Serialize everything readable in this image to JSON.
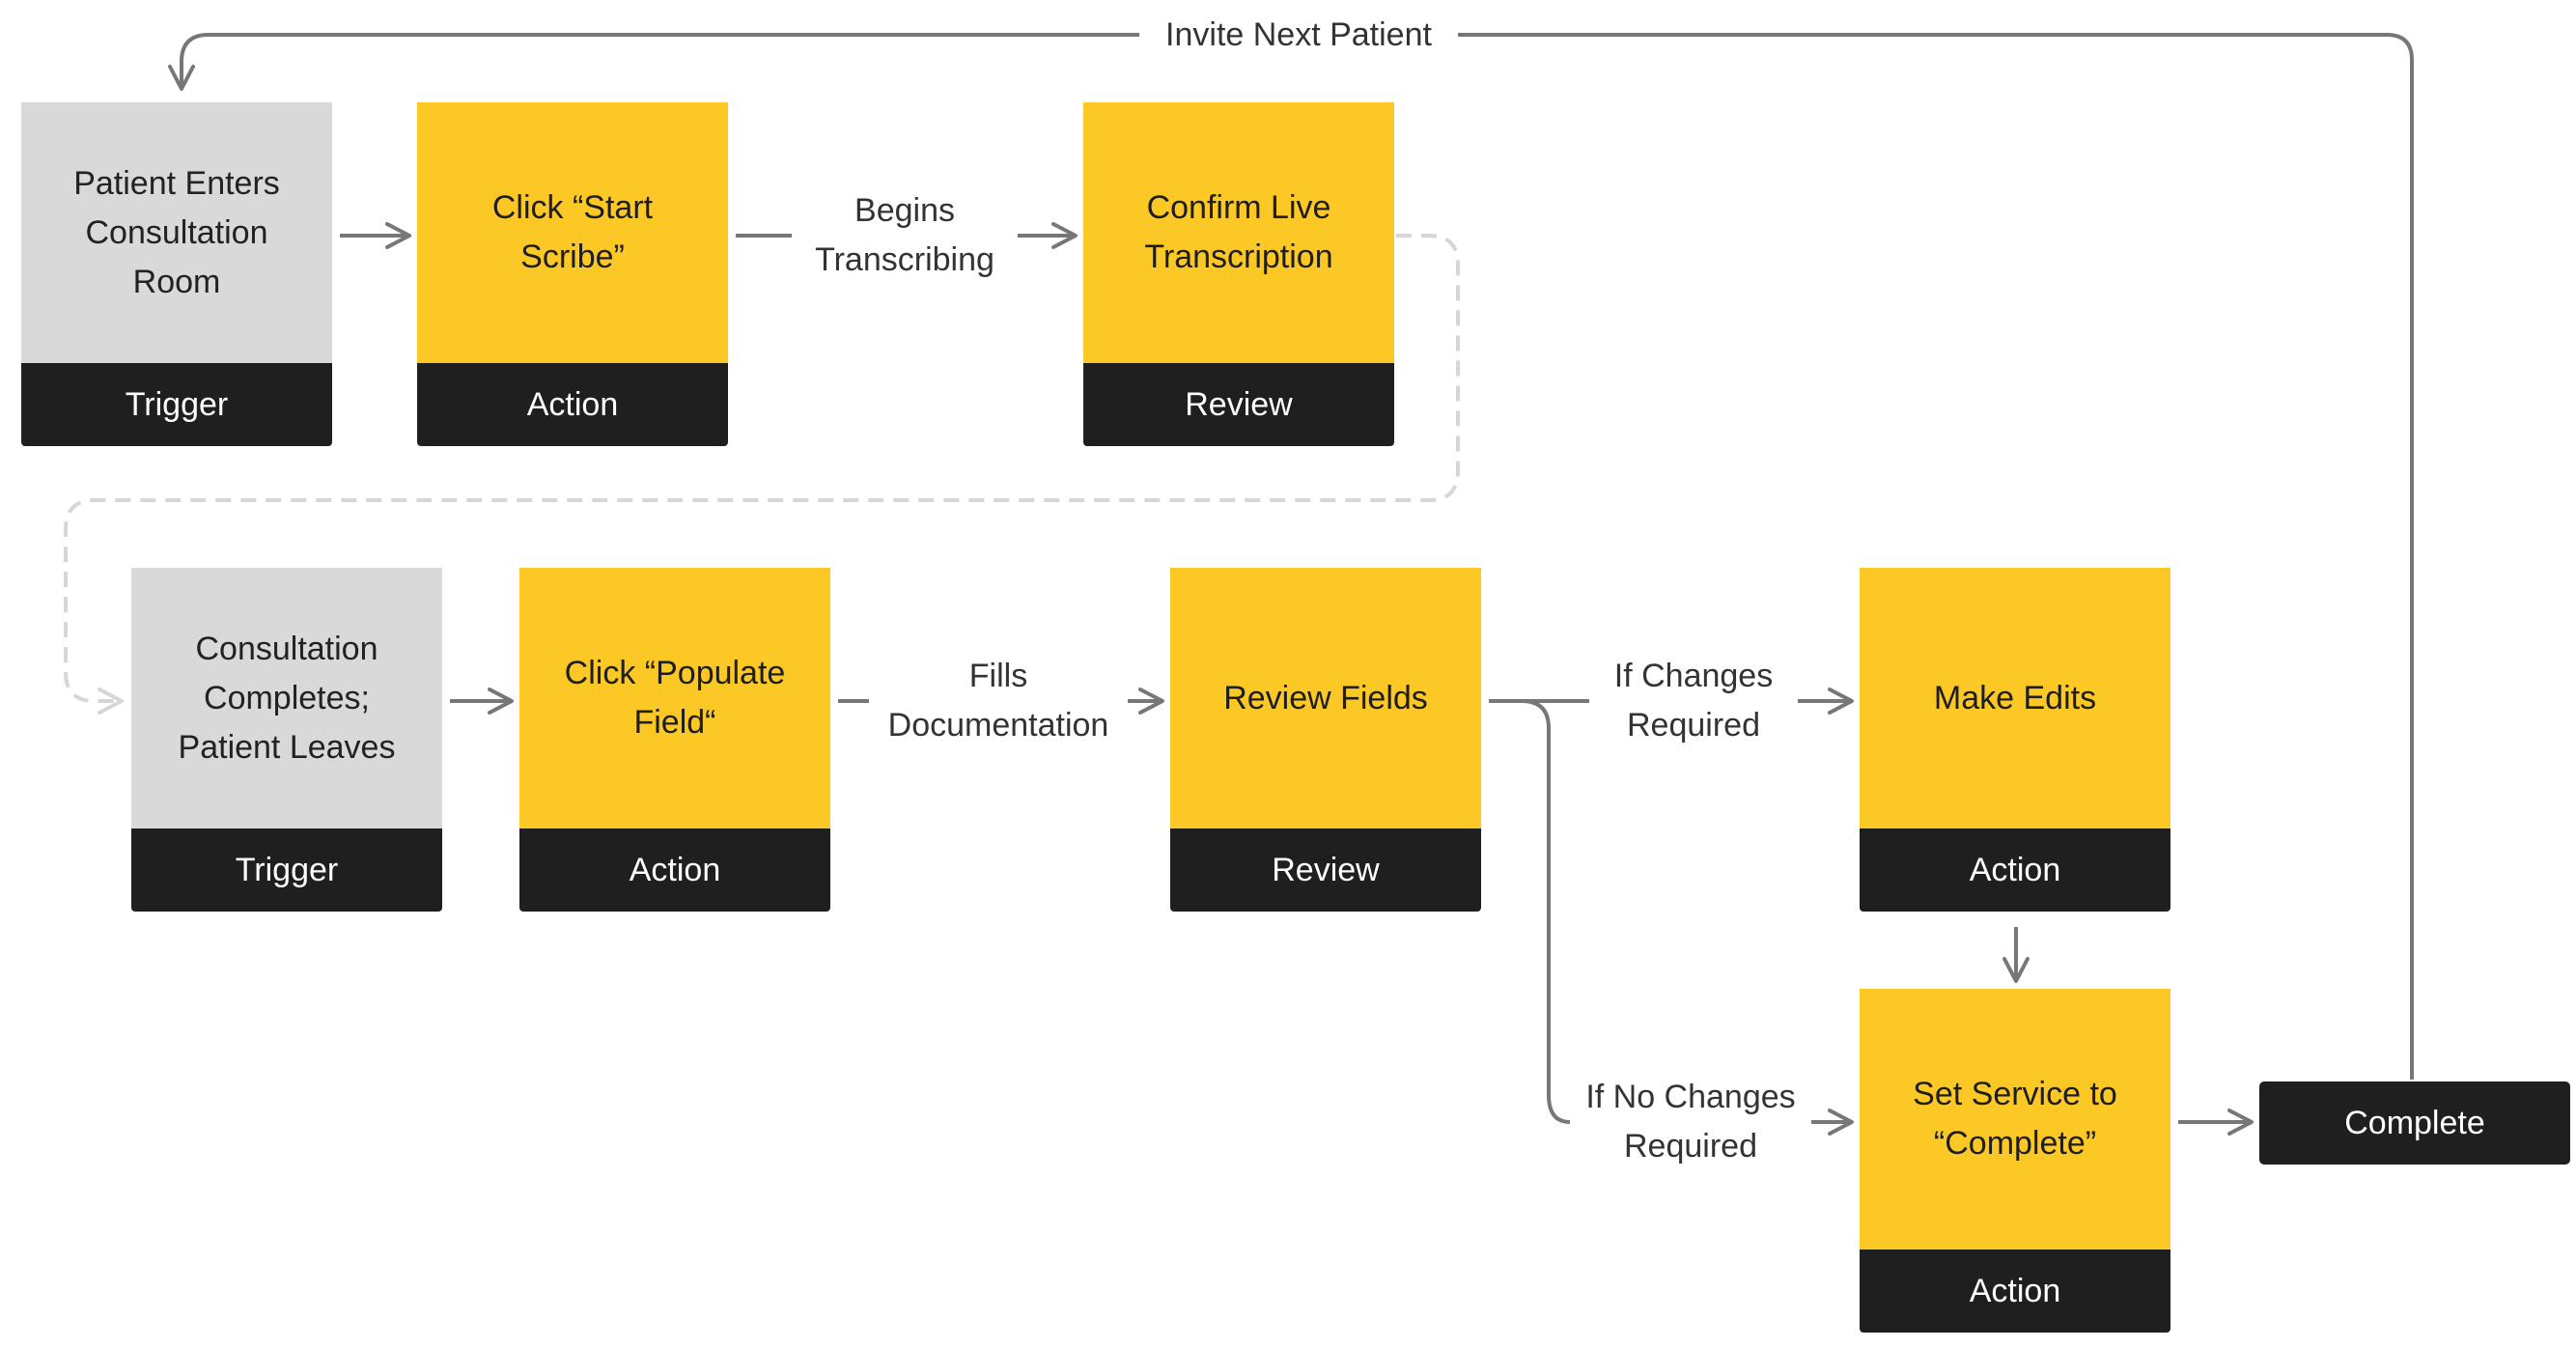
{
  "nodes": {
    "patient_enters": {
      "text": "Patient Enters Consultation Room",
      "tag": "Trigger"
    },
    "start_scribe": {
      "text": "Click “Start Scribe”",
      "tag": "Action"
    },
    "confirm_live": {
      "text": "Confirm Live Transcription",
      "tag": "Review"
    },
    "consultation_completes": {
      "text": "Consultation Completes; Patient Leaves",
      "tag": "Trigger"
    },
    "populate_field": {
      "text": "Click “Populate Field“",
      "tag": "Action"
    },
    "review_fields": {
      "text": "Review Fields",
      "tag": "Review"
    },
    "make_edits": {
      "text": "Make Edits",
      "tag": "Action"
    },
    "set_service": {
      "text": "Set Service to “Complete”",
      "tag": "Action"
    },
    "complete": {
      "text": "Complete"
    }
  },
  "edges": {
    "invite_next": "Invite Next Patient",
    "begins_transcribing": [
      "Begins",
      "Transcribing"
    ],
    "fills_documentation": [
      "Fills",
      "Documentation"
    ],
    "if_changes": [
      "If Changes",
      "Required"
    ],
    "if_no_changes": [
      "If No Changes",
      "Required"
    ]
  },
  "colors": {
    "action_review_fill": "#fcc826",
    "trigger_fill": "#d9d9d9",
    "tag_fill": "#1f1f1f",
    "arrow": "#777777",
    "dashed_connector": "#d6d6d6"
  }
}
